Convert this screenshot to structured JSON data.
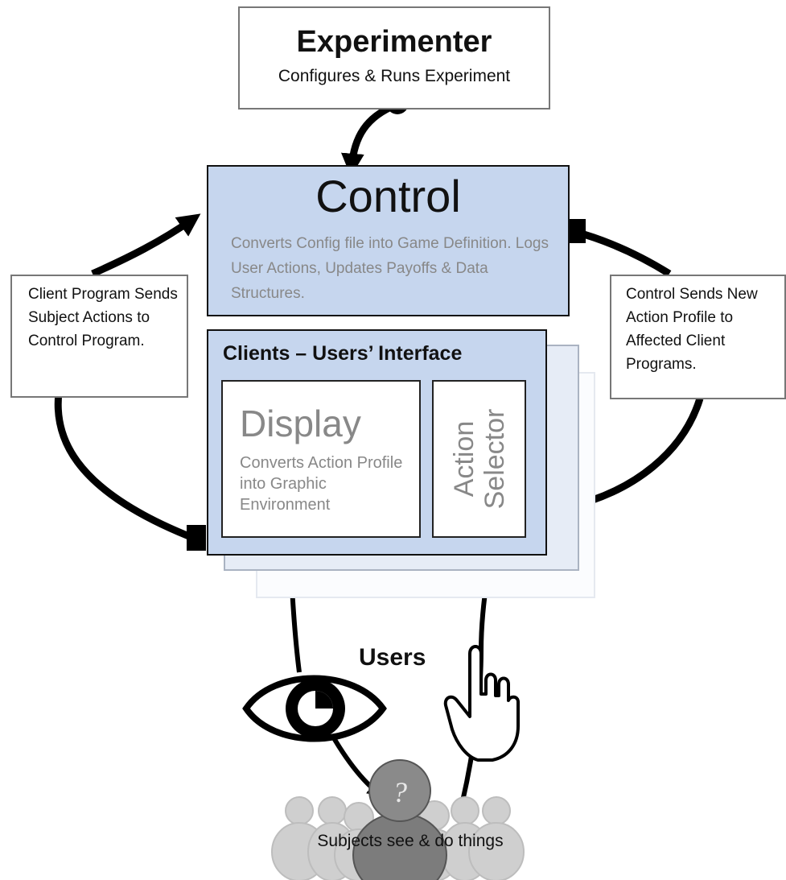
{
  "experimenter": {
    "title": "Experimenter",
    "subtitle": "Configures & Runs Experiment"
  },
  "control": {
    "title": "Control",
    "description": "Converts Config file into Game Definition. Logs User Actions, Updates Payoffs & Data Structures."
  },
  "clients": {
    "title": "Clients – Users’ Interface",
    "display": {
      "title": "Display",
      "description": "Converts Action Profile into Graphic Environment"
    },
    "selector": {
      "label": "Action\nSelector"
    }
  },
  "notes": {
    "left": "Client Program Sends Subject Actions to Control Program.",
    "right": "Control Sends New Action Profile to Affected Client Programs."
  },
  "users_label": "Users",
  "subjects_label": "Subjects see & do things",
  "icons": {
    "eye": "eye-icon",
    "hand": "pointing-hand-icon",
    "subjects": "people-group-icon"
  },
  "colors": {
    "box_fill": "#c6d6ee",
    "arrow": "#000000",
    "muted_text": "#888888"
  }
}
